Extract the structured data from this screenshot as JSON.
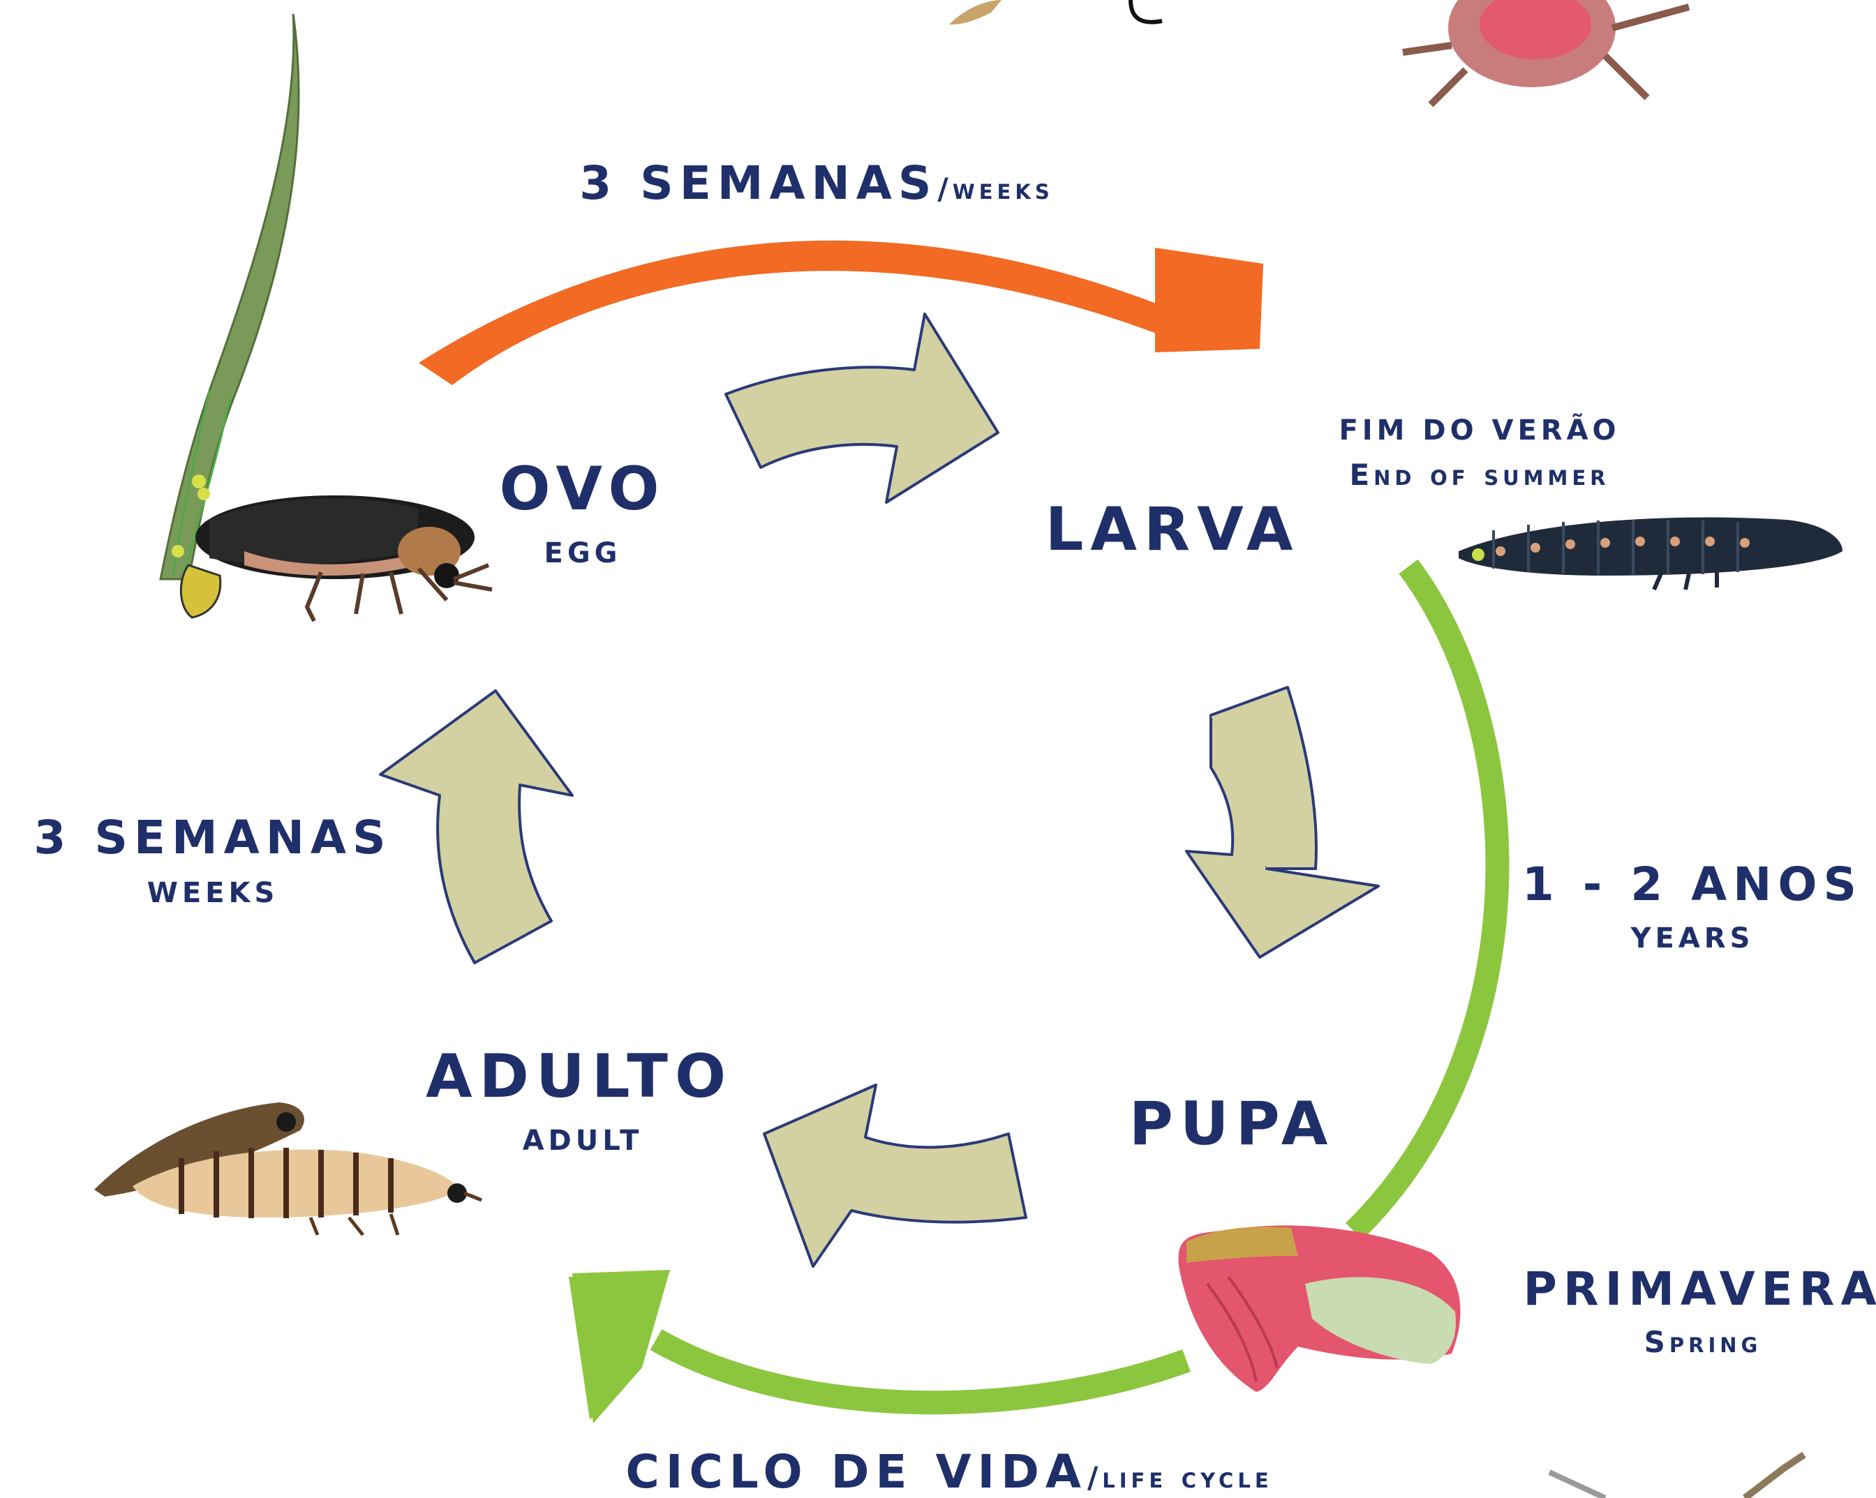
{
  "stages": {
    "egg": {
      "name": "OVO",
      "translation": "EGG"
    },
    "larva": {
      "name": "LARVA"
    },
    "pupa": {
      "name": "PUPA"
    },
    "adult": {
      "name": "ADULTO",
      "translation": "ADULT"
    }
  },
  "durations": {
    "egg_to_larva": {
      "main": "3 SEMANAS",
      "sub": "/weeks"
    },
    "larva_to_pupa": {
      "main": "1 - 2 ANOS",
      "sub": "YEARS"
    },
    "adult_to_egg": {
      "main": "3 SEMANAS",
      "sub": "WEEKS"
    }
  },
  "seasons": {
    "larva": {
      "main": "FIM DO VERÃO",
      "sub": "End of summer"
    },
    "pupa": {
      "main": "PRIMAVERA",
      "sub": "Spring"
    }
  },
  "footer": {
    "main": "CICLO DE VIDA",
    "sub": "/life cycle"
  },
  "colors": {
    "text": "#1f2f6a",
    "cycle_arrow_fill": "#d3d1a2",
    "cycle_arrow_stroke": "#2a3a78",
    "egg_period_arrow": "#f26a24",
    "larval_period_arrow": "#8cc63f"
  },
  "illustrations": [
    "firefly-female-on-grass-icon",
    "firefly-larva-icon",
    "firefly-pupa-icon",
    "mating-fireflies-icon"
  ]
}
